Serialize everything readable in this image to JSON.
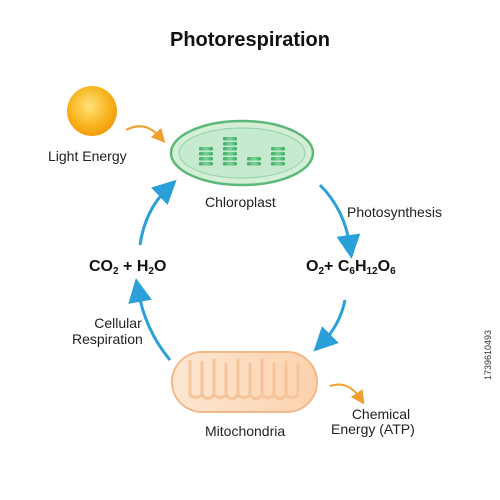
{
  "title": "Photorespiration",
  "labels": {
    "light_energy": "Light Energy",
    "chloroplast": "Chloroplast",
    "photosynthesis": "Photosynthesis",
    "cellular_respiration_line1": "Cellular",
    "cellular_respiration_line2": "Respiration",
    "mitochondria": "Mitochondria",
    "chemical_energy_line1": "Chemical",
    "chemical_energy_line2": "Energy (ATP)"
  },
  "left_formula": {
    "co": "CO",
    "co_sub": "2",
    "plus": "+",
    "h": "H",
    "h_sub": "2",
    "o": "O"
  },
  "right_formula": {
    "o": "O",
    "o_sub": "2",
    "plus": "+",
    "c": "C",
    "c_sub": "6",
    "h": "H",
    "h_sub": "12",
    "o2": "O",
    "o2_sub": "6"
  },
  "watermark_id": "1739610493",
  "colors": {
    "cycle_arrow": "#2a9fd8",
    "energy_arrow": "#f0a030",
    "chloroplast_fill": "#d4efd6",
    "chloroplast_stroke": "#5cb87a",
    "thylakoid": "#4cb872",
    "mitochondria_fill": "#fde0c8",
    "mitochondria_stroke": "#f3b98a",
    "sun": "#f7b21a"
  }
}
